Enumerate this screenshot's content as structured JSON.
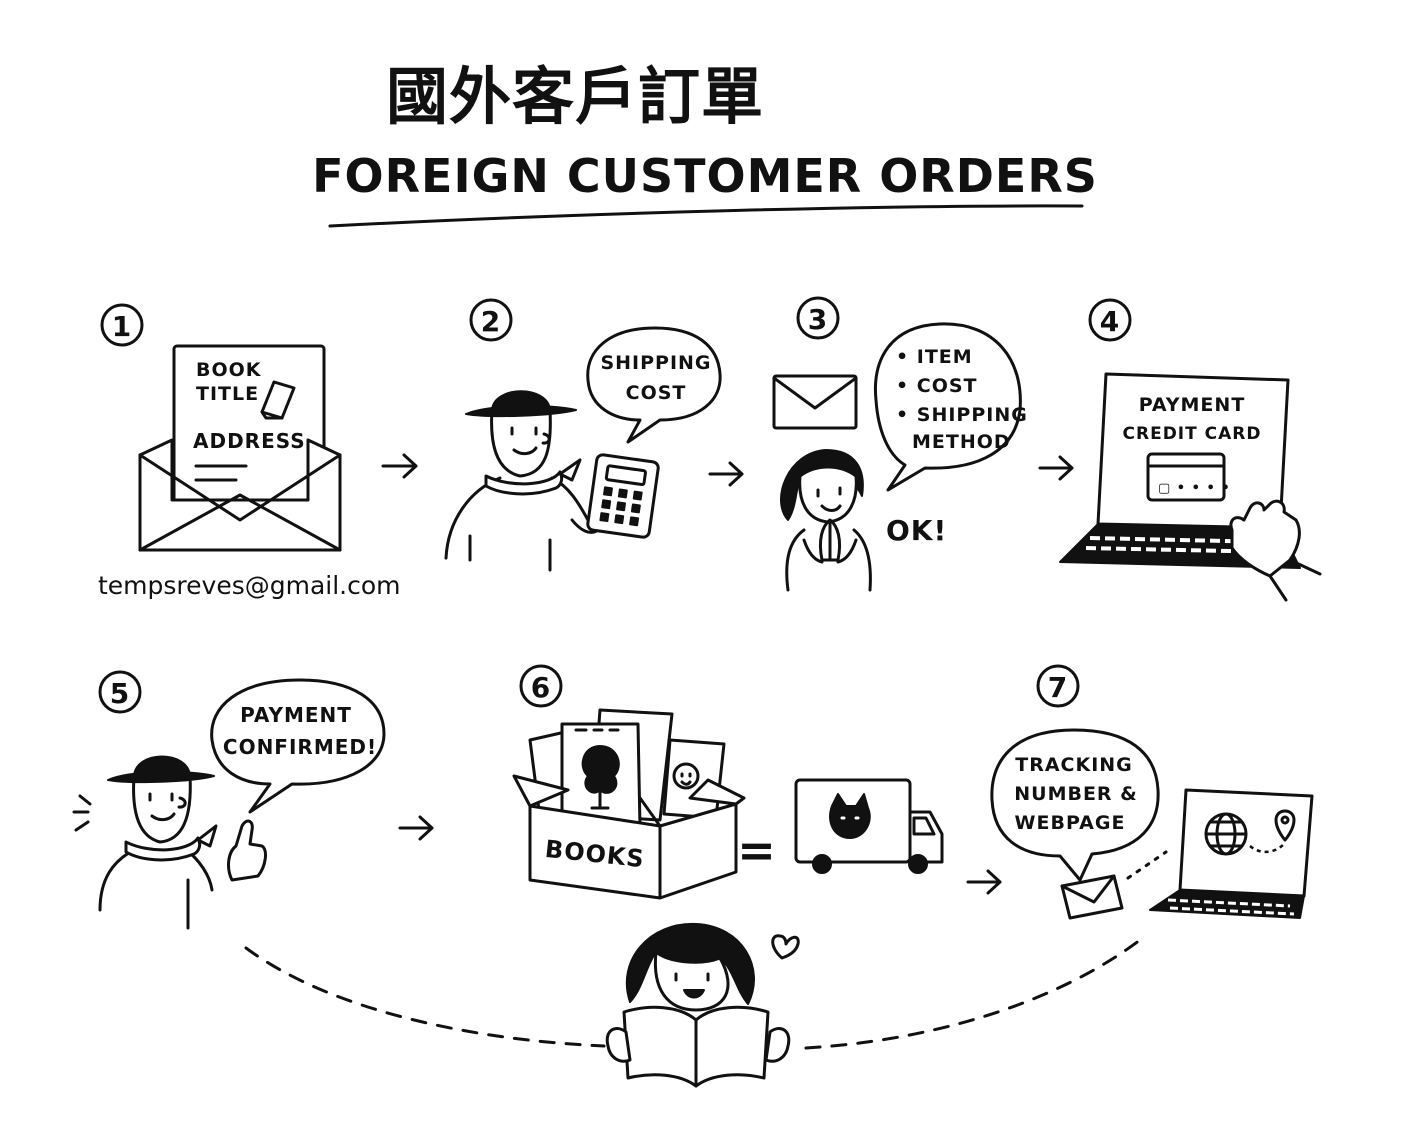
{
  "title": {
    "chinese": "國外客戶訂單",
    "english": "FOREIGN CUSTOMER ORDERS"
  },
  "steps": [
    {
      "number": "1",
      "lines": [
        "BOOK",
        "TITLE",
        "ADDRESS"
      ],
      "email": "tempsreves@gmail.com"
    },
    {
      "number": "2",
      "bubble": [
        "SHIPPING",
        "COST"
      ]
    },
    {
      "number": "3",
      "bubble": [
        "• ITEM",
        "• COST",
        "• SHIPPING",
        "METHOD"
      ],
      "reply": "OK!"
    },
    {
      "number": "4",
      "screen": [
        "PAYMENT",
        "CREDIT CARD"
      ],
      "card_number": "▢ • • • •"
    },
    {
      "number": "5",
      "bubble": [
        "PAYMENT",
        "CONFIRMED!"
      ]
    },
    {
      "number": "6",
      "box_label": "BOOKS",
      "equals": "="
    },
    {
      "number": "7",
      "bubble": [
        "TRACKING",
        "NUMBER &",
        "WEBPAGE"
      ]
    }
  ],
  "icons": {
    "arrow": "right-arrow",
    "envelope": "envelope-icon",
    "calculator": "calculator-icon",
    "laptop": "laptop-icon",
    "truck": "truck-icon",
    "globe": "globe-icon",
    "pin": "location-pin-icon",
    "heart": "heart-icon"
  },
  "colors": {
    "ink": "#111111",
    "paper": "#ffffff"
  }
}
